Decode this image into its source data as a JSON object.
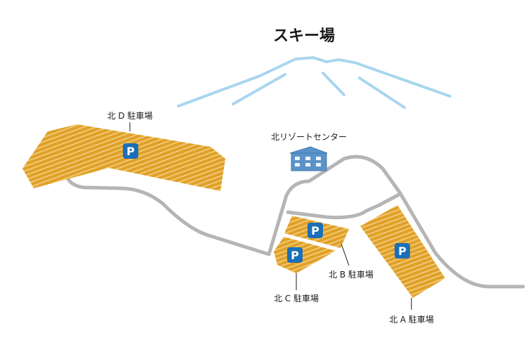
{
  "title": "スキー場",
  "facility": {
    "label": "北リゾートセンター"
  },
  "parking_symbol": "P",
  "lots": {
    "a": "北 A 駐車場",
    "b": "北 B 駐車場",
    "c": "北 C 駐車場",
    "d": "北 D 駐車場"
  },
  "colors": {
    "mountain": "#a9d6f0",
    "road": "#b5b5b5",
    "parking_fill": "#e0a128",
    "parking_stripe": "#f3cf84",
    "parking_sign": "#1a6fb8",
    "building": "#5b93c9"
  }
}
